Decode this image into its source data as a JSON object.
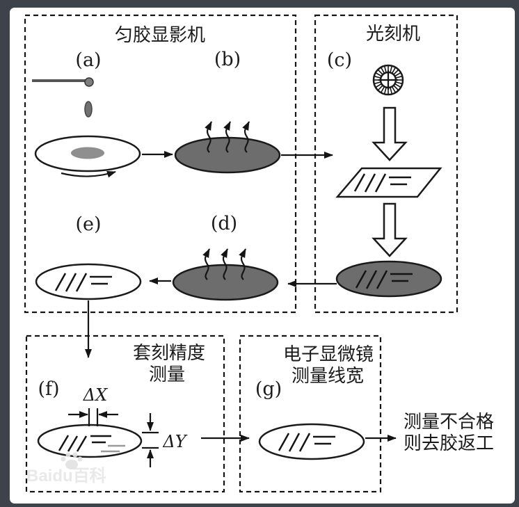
{
  "panels": {
    "coater": {
      "title": "匀胶显影机",
      "step_a": "(a)",
      "step_b": "(b)",
      "step_d": "(d)",
      "step_e": "(e)"
    },
    "litho": {
      "title": "光刻机",
      "step_c": "(c)"
    },
    "overlay": {
      "title_line1": "套刻精度",
      "title_line2": "测量",
      "step_f": "(f)",
      "delta_x": "ΔX",
      "delta_y": "ΔY"
    },
    "sem": {
      "title_line1": "电子显微镜",
      "title_line2": "测量线宽",
      "step_g": "(g)"
    }
  },
  "outcome": {
    "line1": "测量不合格",
    "line2": "则去胶返工"
  },
  "watermark": {
    "text": "Baidu百科"
  },
  "colors": {
    "frame": "#3d424b",
    "canvas": "#ffffff",
    "line": "#1a1a1a",
    "wafer_dark": "#6d6d6d",
    "coating_blob": "#8f8f8f",
    "overlay_offset_gray": "#9a9a9a",
    "watermark": "#e2e2e2"
  }
}
